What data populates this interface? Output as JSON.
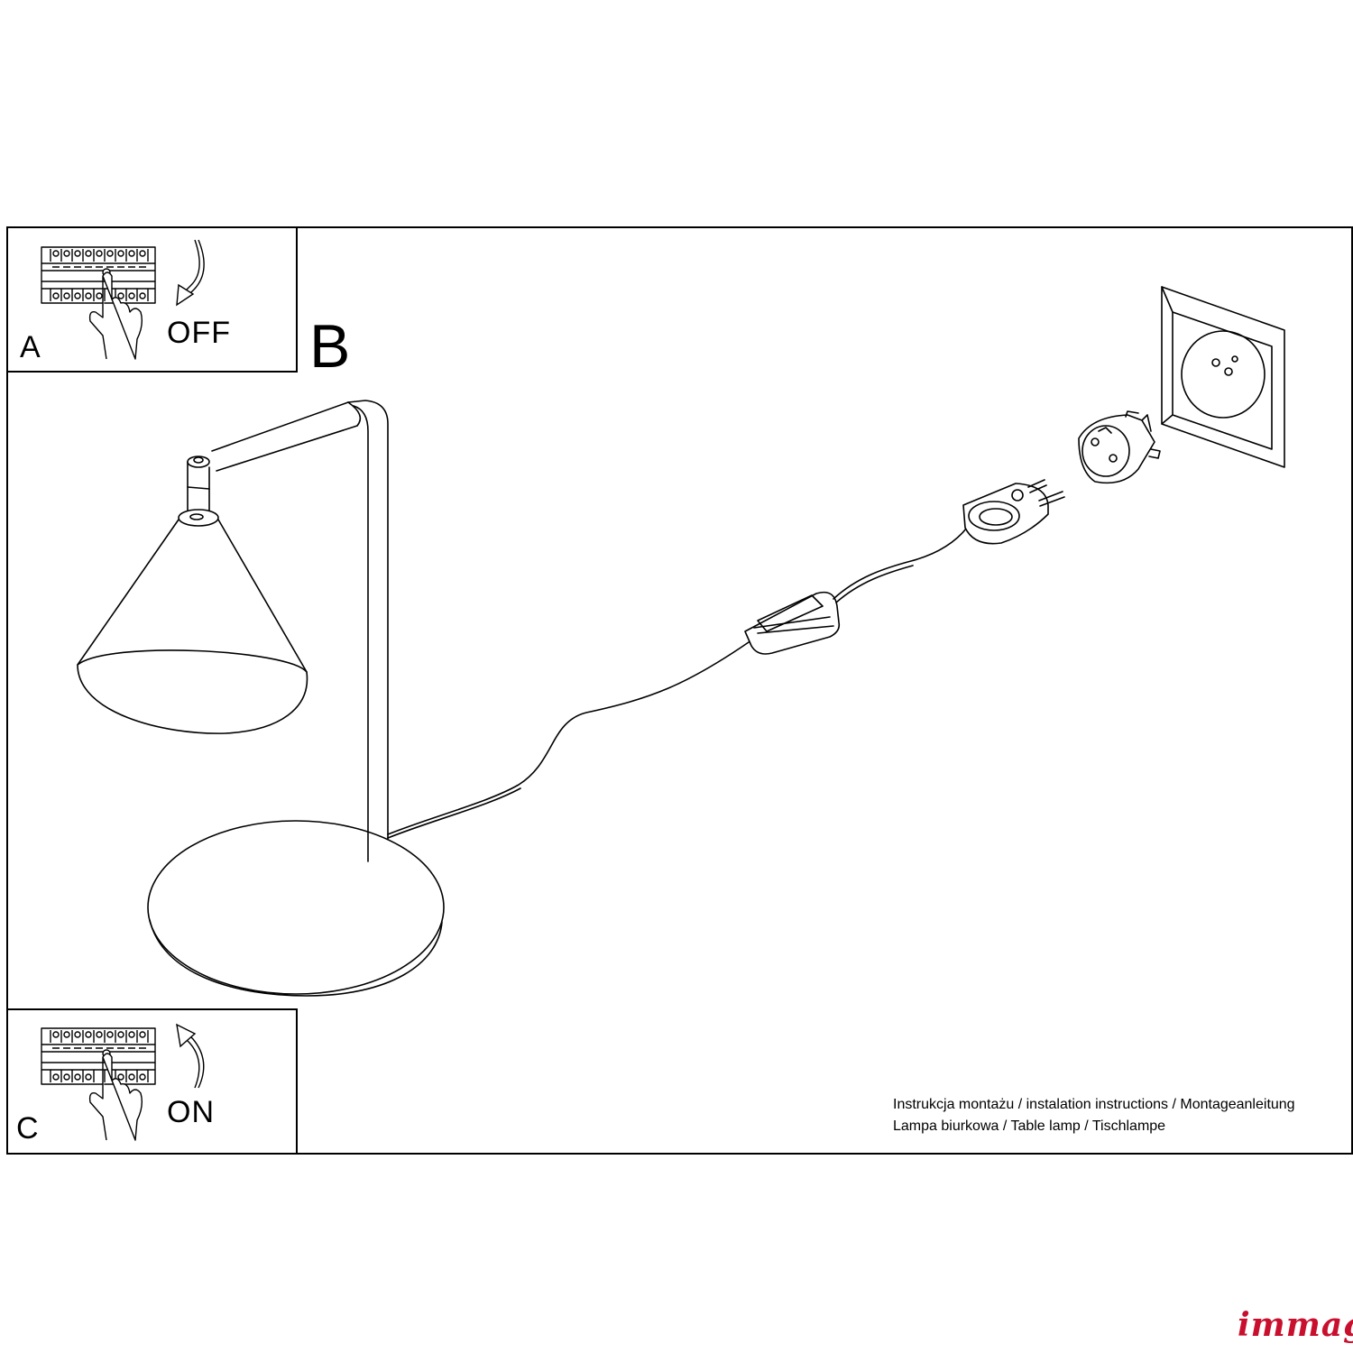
{
  "panels": {
    "a": {
      "letter": "A",
      "action": "OFF"
    },
    "b": {
      "letter": "B"
    },
    "c": {
      "letter": "C",
      "action": "ON"
    }
  },
  "caption": {
    "line1": "Instrukcja montażu / instalation instructions / Montageanleitung",
    "line2": "Lampa biurkowa / Table lamp / Tischlampe"
  },
  "logo": {
    "text": "immag",
    "color": "#c8102e"
  },
  "icons": {
    "breaker": "circuit-breaker-icon",
    "hand": "pointing-hand-icon",
    "arrow_down": "curved-arrow-down-icon",
    "arrow_up": "curved-arrow-up-icon"
  }
}
